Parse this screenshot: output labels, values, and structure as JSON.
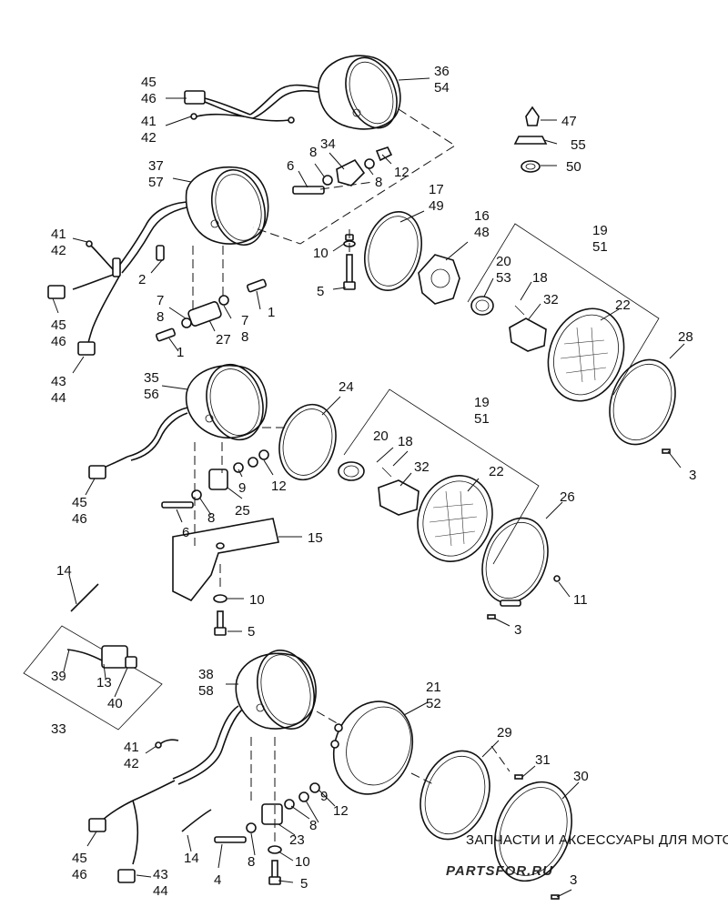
{
  "callouts": [
    {
      "text": "45"
    },
    {
      "text": "46"
    },
    {
      "text": "41"
    },
    {
      "text": "42"
    },
    {
      "text": "36"
    },
    {
      "text": "54"
    },
    {
      "text": "47"
    },
    {
      "text": "55"
    },
    {
      "text": "50"
    },
    {
      "text": "37"
    },
    {
      "text": "57"
    },
    {
      "text": "34"
    },
    {
      "text": "6"
    },
    {
      "text": "8"
    },
    {
      "text": "12"
    },
    {
      "text": "8"
    },
    {
      "text": "17"
    },
    {
      "text": "49"
    },
    {
      "text": "16"
    },
    {
      "text": "48"
    },
    {
      "text": "19"
    },
    {
      "text": "51"
    },
    {
      "text": "41"
    },
    {
      "text": "42"
    },
    {
      "text": "10"
    },
    {
      "text": "2"
    },
    {
      "text": "20"
    },
    {
      "text": "53"
    },
    {
      "text": "18"
    },
    {
      "text": "5"
    },
    {
      "text": "1"
    },
    {
      "text": "32"
    },
    {
      "text": "22"
    },
    {
      "text": "7"
    },
    {
      "text": "8"
    },
    {
      "text": "7"
    },
    {
      "text": "8"
    },
    {
      "text": "45"
    },
    {
      "text": "46"
    },
    {
      "text": "27"
    },
    {
      "text": "1"
    },
    {
      "text": "28"
    },
    {
      "text": "43"
    },
    {
      "text": "44"
    },
    {
      "text": "35"
    },
    {
      "text": "56"
    },
    {
      "text": "24"
    },
    {
      "text": "19"
    },
    {
      "text": "51"
    },
    {
      "text": "20"
    },
    {
      "text": "18"
    },
    {
      "text": "3"
    },
    {
      "text": "22"
    },
    {
      "text": "32"
    },
    {
      "text": "9"
    },
    {
      "text": "12"
    },
    {
      "text": "25"
    },
    {
      "text": "26"
    },
    {
      "text": "45"
    },
    {
      "text": "46"
    },
    {
      "text": "8"
    },
    {
      "text": "6"
    },
    {
      "text": "15"
    },
    {
      "text": "14"
    },
    {
      "text": "10"
    },
    {
      "text": "11"
    },
    {
      "text": "3"
    },
    {
      "text": "5"
    },
    {
      "text": "39"
    },
    {
      "text": "13"
    },
    {
      "text": "40"
    },
    {
      "text": "33"
    },
    {
      "text": "38"
    },
    {
      "text": "58"
    },
    {
      "text": "21"
    },
    {
      "text": "52"
    },
    {
      "text": "29"
    },
    {
      "text": "41"
    },
    {
      "text": "42"
    },
    {
      "text": "31"
    },
    {
      "text": "30"
    },
    {
      "text": "9"
    },
    {
      "text": "12"
    },
    {
      "text": "8"
    },
    {
      "text": "23"
    },
    {
      "text": "45"
    },
    {
      "text": "46"
    },
    {
      "text": "14"
    },
    {
      "text": "43"
    },
    {
      "text": "44"
    },
    {
      "text": "8"
    },
    {
      "text": "10"
    },
    {
      "text": "4"
    },
    {
      "text": "5"
    },
    {
      "text": "3"
    }
  ],
  "watermark": {
    "tagline": "ЗАПЧАСТИ И АКСЕССУАРЫ ДЛЯ МОТОТЕХНИКИ",
    "logo": "PARTSFOR.RU"
  }
}
